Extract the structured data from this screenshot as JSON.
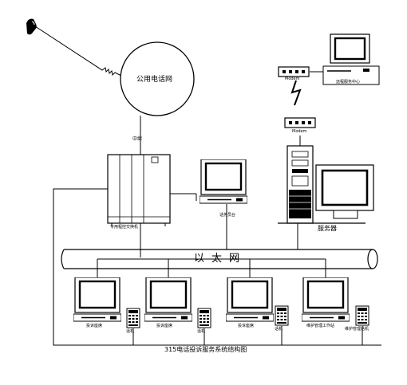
{
  "network": {
    "cloud_label": "公用电话网",
    "trunk_label": "中继",
    "ethernet_label": "以太网"
  },
  "devices": {
    "switch_label": "专用程控交换机",
    "workstation_label": "话务员台",
    "server_label": "服务器",
    "remote_terminal_label": "远程服务中心",
    "modem_top_label": "Modem",
    "modem_bottom_label": "Modem"
  },
  "seats": [
    {
      "pc_label": "投诉座席",
      "phone_label": "话机"
    },
    {
      "pc_label": "投诉座席",
      "phone_label": "话机"
    },
    {
      "pc_label": "投诉座席",
      "phone_label": "话机"
    },
    {
      "pc_label": "维护管理工作站",
      "phone_label": "维护管理话机"
    }
  ],
  "caption": "315电话投诉服务系统结构图",
  "icons": [
    "handset-icon",
    "modem-icon",
    "pc-icon",
    "telephone-icon",
    "server-icon"
  ]
}
